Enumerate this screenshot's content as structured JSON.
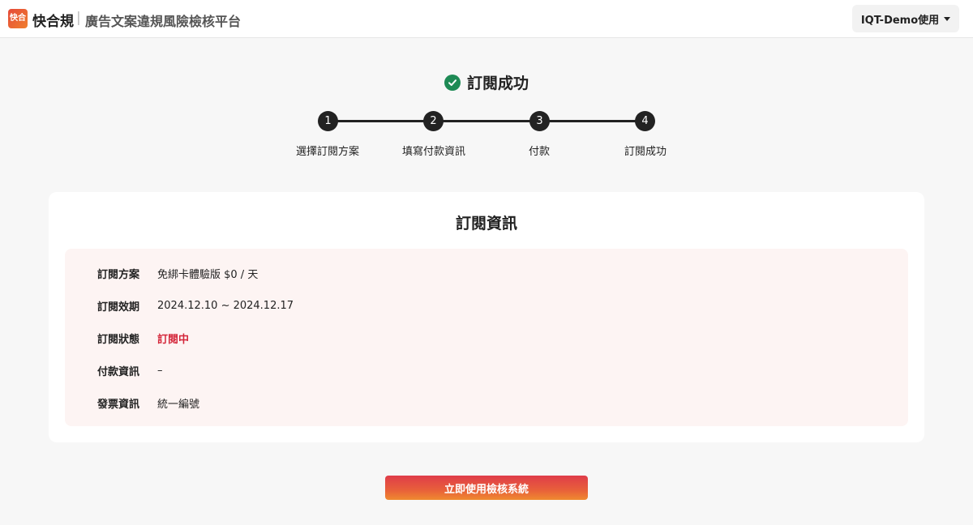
{
  "header": {
    "logo_text": "快合",
    "brand": "快合規",
    "separator": "|",
    "subtitle": "廣告文案違規風險檢核平台",
    "user_menu_label": "IQT-Demo使用"
  },
  "success": {
    "title": "訂閱成功"
  },
  "steps": [
    {
      "number": "1",
      "label": "選擇訂閱方案"
    },
    {
      "number": "2",
      "label": "填寫付款資訊"
    },
    {
      "number": "3",
      "label": "付款"
    },
    {
      "number": "4",
      "label": "訂閱成功"
    }
  ],
  "card": {
    "title": "訂閱資訊",
    "rows": [
      {
        "label": "訂閱方案",
        "value": "免綁卡體驗版 $0 / 天"
      },
      {
        "label": "訂閱效期",
        "value": "2024.12.10 ~ 2024.12.17"
      },
      {
        "label": "訂閱狀態",
        "value": "訂閱中"
      },
      {
        "label": "付款資訊",
        "value": "–"
      },
      {
        "label": "發票資訊",
        "value": "統一編號"
      }
    ]
  },
  "cta": {
    "label": "立即使用檢核系統"
  },
  "colors": {
    "success_green": "#1e8a55",
    "status_red": "#d4263a",
    "info_box_bg": "#fdf4f3"
  }
}
